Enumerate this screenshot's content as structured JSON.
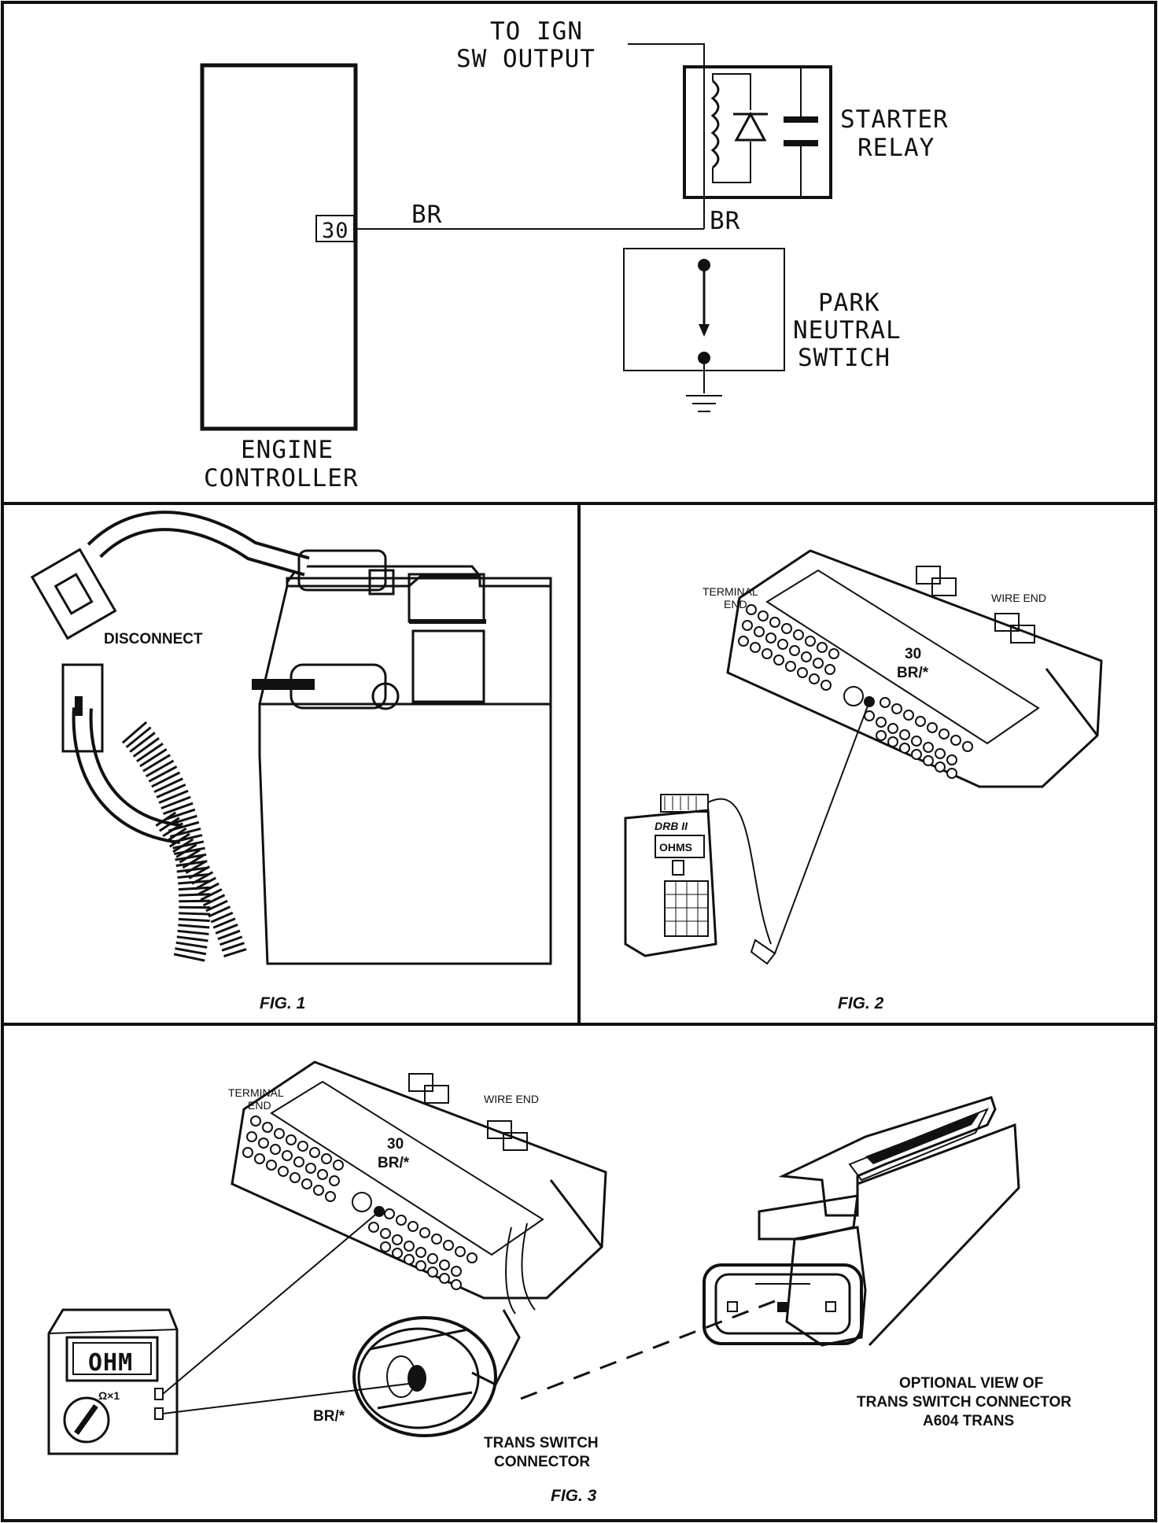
{
  "schematic": {
    "ign_line1": "TO IGN",
    "ign_line2": "SW OUTPUT",
    "relay_line1": "STARTER",
    "relay_line2": "RELAY",
    "pin": "30",
    "wire_left": "BR",
    "wire_right": "BR",
    "switch_line1": "PARK",
    "switch_line2": "NEUTRAL",
    "switch_line3": "SWTICH",
    "ecu_line1": "ENGINE",
    "ecu_line2": "CONTROLLER"
  },
  "fig1": {
    "disconnect": "DISCONNECT",
    "caption": "FIG. 1"
  },
  "fig2": {
    "terminal_line1": "TERMINAL",
    "terminal_line2": "END",
    "wire_end": "WIRE END",
    "pin": "30",
    "wire": "BR/*",
    "scanner_brand": "DRB II",
    "scanner_display": "OHMS",
    "caption": "FIG. 2"
  },
  "fig3": {
    "terminal_line1": "TERMINAL",
    "terminal_line2": "END",
    "wire_end": "WIRE END",
    "pin": "30",
    "wire": "BR/*",
    "meter_display": "OHM",
    "meter_range": "Ω×1",
    "connector_wire": "BR/*",
    "trans_line1": "TRANS SWITCH",
    "trans_line2": "CONNECTOR",
    "optional_line1": "OPTIONAL VIEW OF",
    "optional_line2": "TRANS SWITCH CONNECTOR",
    "optional_line3": "A604 TRANS",
    "caption": "FIG. 3"
  }
}
